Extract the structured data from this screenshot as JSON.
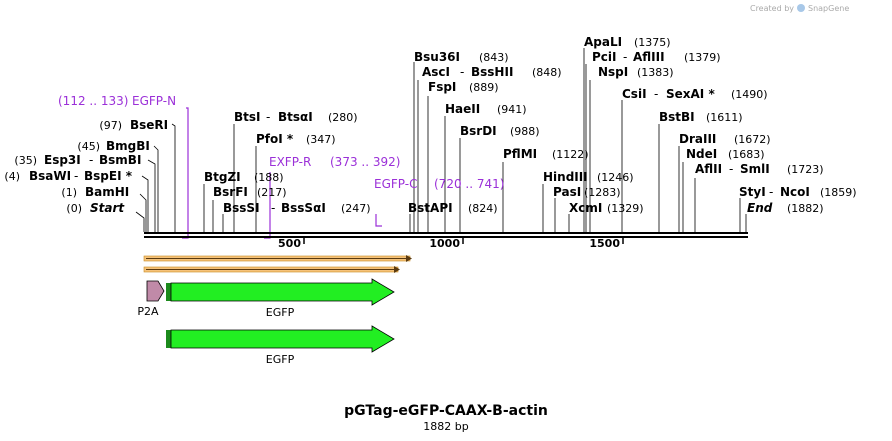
{
  "credit": {
    "prefix": "Created by",
    "brand": "SnapGene"
  },
  "plasmid": {
    "name": "pGTag-eGFP-CAAX-B-actin",
    "length": "1882 bp"
  },
  "colors": {
    "primer": "#9b30d8",
    "egfp": "#22ee22",
    "p2a": "#c08aa8",
    "orange_bar": "#f5a623"
  },
  "ticks": [
    "500",
    "1000",
    "1500"
  ],
  "sites": {
    "start": {
      "pos": "(0)",
      "name": "Start"
    },
    "bamhi": {
      "pos": "(1)",
      "name": "BamHI"
    },
    "bsawi": {
      "pos": "(4)",
      "name1": "BsaWI",
      "name2": "BspEI *"
    },
    "esp3i": {
      "pos": "(35)",
      "name1": "Esp3I",
      "name2": "BsmBI"
    },
    "bmgbi": {
      "pos": "(45)",
      "name": "BmgBI"
    },
    "beri": {
      "pos": "(97)",
      "name": "BseRI"
    },
    "btgzi": {
      "name": "BtgZI",
      "pos": "(188)"
    },
    "bsrfi": {
      "name": "BsrFI",
      "pos": "(217)"
    },
    "bsssi": {
      "name1": "BssSI",
      "name2": "BssSαI",
      "pos": "(247)"
    },
    "btsi": {
      "name1": "BtsI",
      "name2": "BtsαI",
      "pos": "(280)"
    },
    "pfoi": {
      "name": "PfoI *",
      "pos": "(347)"
    },
    "bstapi": {
      "name": "BstAPI",
      "pos": "(824)"
    },
    "bsu36i": {
      "name": "Bsu36I",
      "pos": "(843)"
    },
    "asci": {
      "name1": "AscI",
      "name2": "BssHII",
      "pos": "(848)"
    },
    "fspi": {
      "name": "FspI",
      "pos": "(889)"
    },
    "haeii": {
      "name": "HaeII",
      "pos": "(941)"
    },
    "bsrdi": {
      "name": "BsrDI",
      "pos": "(988)"
    },
    "pflmi": {
      "name": "PflMI",
      "pos": "(1122)"
    },
    "hindiii": {
      "name": "HindIII",
      "pos": "(1246)"
    },
    "pasi": {
      "name": "PasI",
      "pos": "(1283)"
    },
    "xcmi": {
      "name": "XcmI",
      "pos": "(1329)"
    },
    "apali": {
      "name": "ApaLI",
      "pos": "(1375)"
    },
    "pcii": {
      "name1": "PciI",
      "name2": "AflIII",
      "pos": "(1379)"
    },
    "nspi": {
      "name": "NspI",
      "pos": "(1383)"
    },
    "csii": {
      "name1": "CsiI",
      "name2": "SexAI *",
      "pos": "(1490)"
    },
    "bstbi": {
      "name": "BstBI",
      "pos": "(1611)"
    },
    "draiii": {
      "name": "DraIII",
      "pos": "(1672)"
    },
    "ndei": {
      "name": "NdeI",
      "pos": "(1683)"
    },
    "aflii": {
      "name1": "AflII",
      "name2": "SmlI",
      "pos": "(1723)"
    },
    "styi": {
      "name1": "StyI",
      "name2": "NcoI",
      "pos": "(1859)"
    },
    "end": {
      "name": "End",
      "pos": "(1882)"
    }
  },
  "primers": {
    "egfp_n": {
      "range": "(112 .. 133)",
      "name": "EGFP-N"
    },
    "exfp_r": {
      "name": "EXFP-R",
      "range": "(373 .. 392)"
    },
    "egfp_c": {
      "name": "EGFP-C",
      "range": "(720 .. 741)"
    }
  },
  "features": {
    "p2a": "P2A",
    "egfp1": "EGFP",
    "egfp2": "EGFP"
  }
}
